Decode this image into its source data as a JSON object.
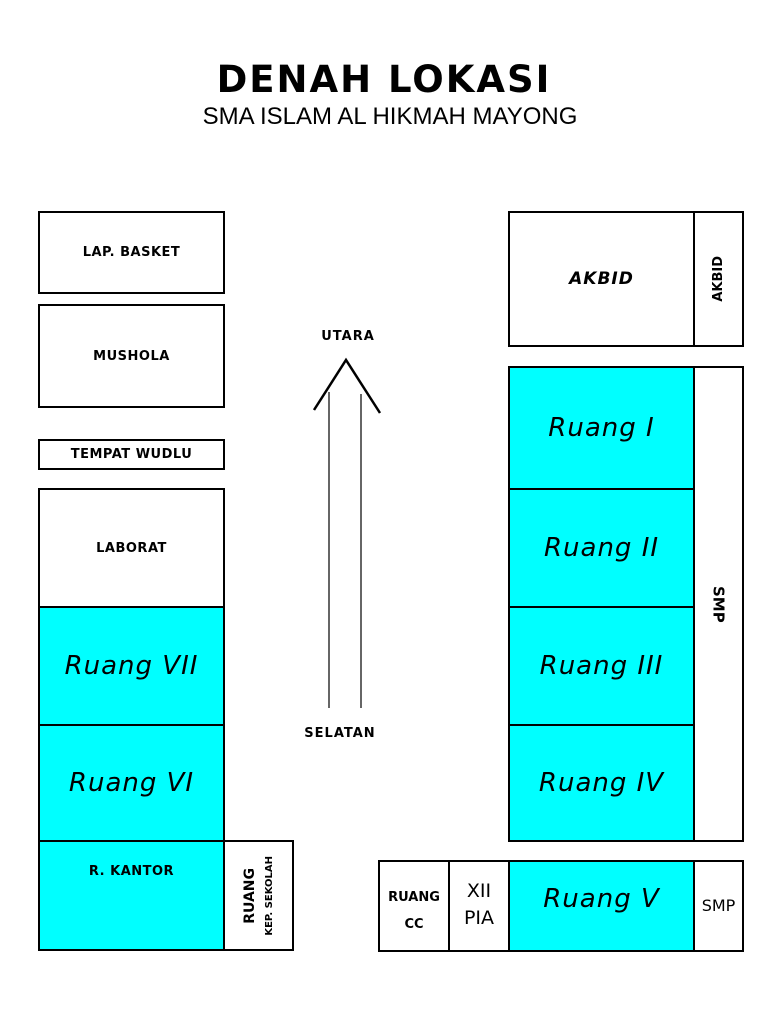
{
  "title": "DENAH LOKASI",
  "subtitle": "SMA ISLAM AL HIKMAH MAYONG",
  "colors": {
    "classroom": "#00ffff",
    "border": "#000000"
  },
  "compass": {
    "north": "UTARA",
    "south": "SELATAN"
  },
  "left": {
    "basket": "LAP. BASKET",
    "mushola": "MUSHOLA",
    "wudlu": "TEMPAT WUDLU",
    "laborat": "LABORAT",
    "ruang7": "Ruang VII",
    "ruang6": "Ruang VI",
    "kantor": "R. KANTOR",
    "kepsek_line1": "RUANG",
    "kepsek_line2": "KEP. SEKOLAH"
  },
  "right": {
    "akbid_main": "AKBID",
    "akbid_side": "AKBID",
    "ruang1": "Ruang I",
    "ruang2": "Ruang II",
    "ruang3": "Ruang III",
    "ruang4": "Ruang IV",
    "smp_side": "SMP",
    "ruang_cc_line1": "RUANG",
    "ruang_cc_line2": "CC",
    "xii_line1": "XII",
    "xii_line2": "PIA",
    "ruang5": "Ruang V",
    "smp_small": "SMP"
  }
}
